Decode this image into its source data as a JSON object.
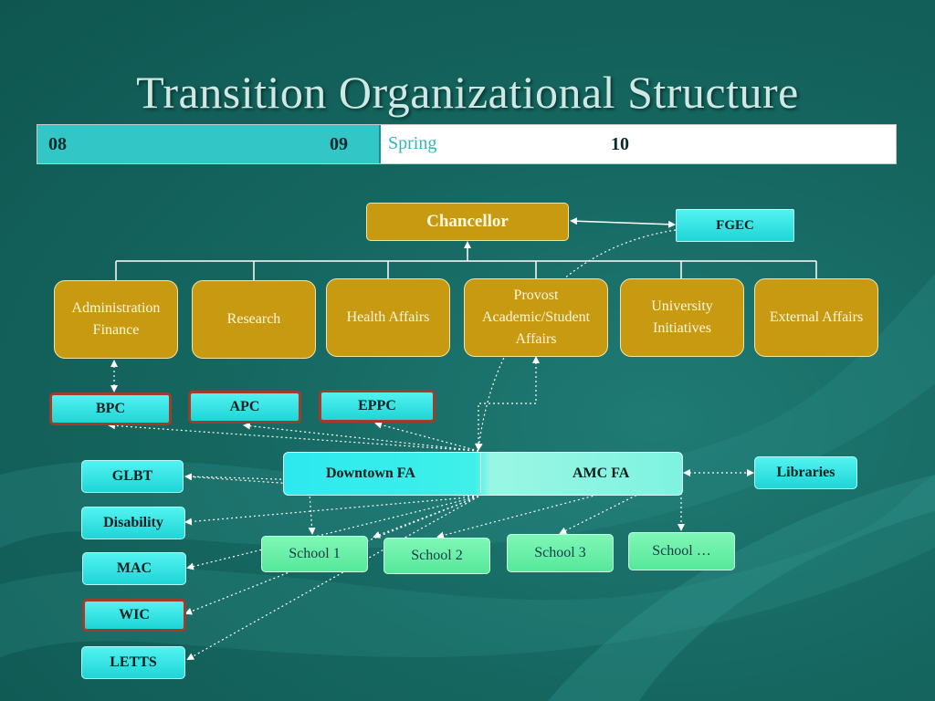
{
  "title": "Transition Organizational Structure",
  "timeline": {
    "y1": "08",
    "y2": "09",
    "spring": "Spring",
    "y3": "10"
  },
  "top": {
    "chancellor": "Chancellor",
    "fgec": "FGEC"
  },
  "divisions": [
    "Administration Finance",
    "Research",
    "Health Affairs",
    "Provost Academic/Student Affairs",
    "University Initiatives",
    "External Affairs"
  ],
  "committees": [
    "BPC",
    "APC",
    "EPPC"
  ],
  "fa": {
    "downtown": "Downtown FA",
    "amc": "AMC FA"
  },
  "libraries": "Libraries",
  "left_units": [
    "GLBT",
    "Disability",
    "MAC",
    "WIC",
    "LETTS"
  ],
  "schools": [
    "School 1",
    "School 2",
    "School 3",
    "School …"
  ],
  "colors": {
    "gold": "#c79a12",
    "cyan": "#33e3e6",
    "green": "#6ff2a8",
    "background": "#166761"
  }
}
